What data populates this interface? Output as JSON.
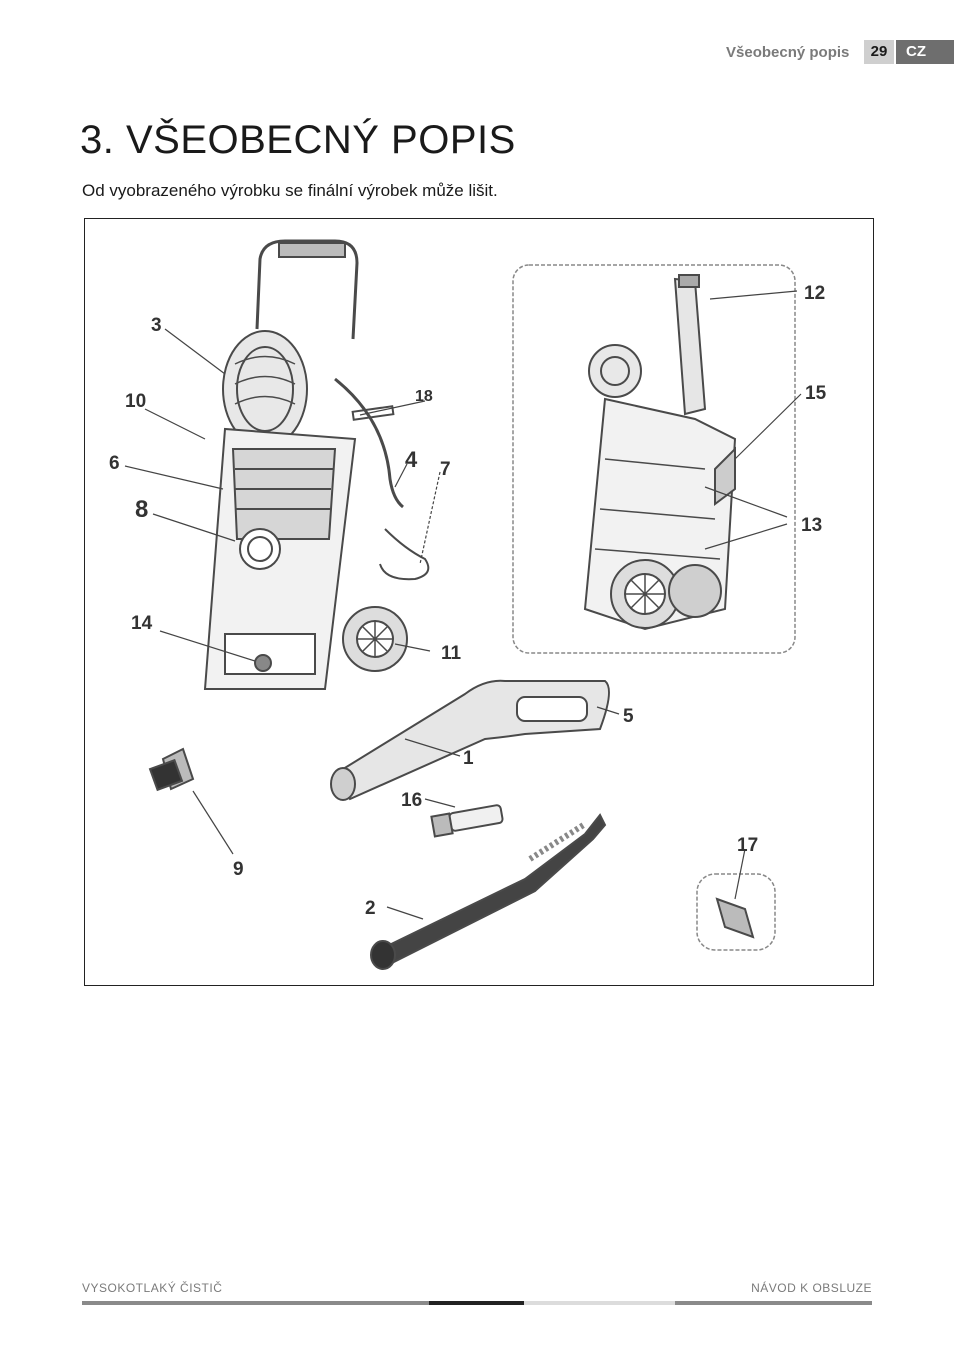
{
  "header": {
    "section": "Všeobecný popis",
    "page_number": "29",
    "language": "CZ"
  },
  "title": "3. VŠEOBECNÝ POPIS",
  "subtitle": "Od vyobrazeného výrobku se finální výrobek může lišit.",
  "figure": {
    "callouts": [
      "1",
      "2",
      "3",
      "4",
      "5",
      "6",
      "7",
      "8",
      "9",
      "10",
      "11",
      "12",
      "13",
      "14",
      "15",
      "16",
      "17",
      "18"
    ]
  },
  "footer": {
    "left": "VYSOKOTLAKÝ ČISTIČ",
    "right": "NÁVOD K OBSLUZE"
  },
  "colors": {
    "bar_gray": "#8a8a8a",
    "bar_dark": "#222222",
    "bar_light": "#dcdcdc",
    "lang_bg": "#6e6e6e",
    "page_bg": "#cfcfcf"
  }
}
